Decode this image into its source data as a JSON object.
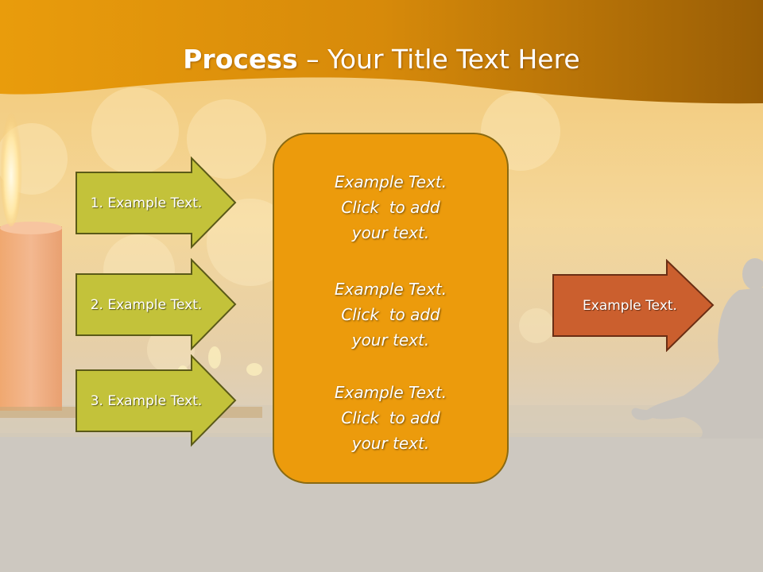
{
  "title": {
    "bold": "Process",
    "rest": " – Your Title Text Here"
  },
  "inputs": [
    {
      "label": "1. Example Text."
    },
    {
      "label": "2. Example Text."
    },
    {
      "label": "3. Example Text."
    }
  ],
  "center": {
    "blocks": [
      {
        "lines": [
          "Example Text.",
          "Click  to add",
          "your text."
        ]
      },
      {
        "lines": [
          "Example Text.",
          "Click  to add",
          "your text."
        ]
      },
      {
        "lines": [
          "Example Text.",
          "Click  to add",
          "your text."
        ]
      }
    ]
  },
  "output": {
    "label": "Example Text."
  },
  "colors": {
    "banner": "#e08a0a",
    "input_arrow_fill": "#c3c23a",
    "center_fill": "#ec9b0c",
    "output_arrow_fill": "#cb5f2e",
    "background_gray": "#cdc8c0"
  }
}
